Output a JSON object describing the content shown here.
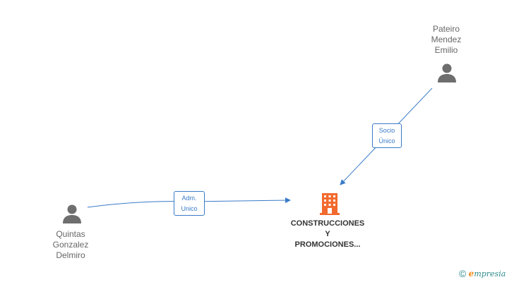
{
  "diagram": {
    "nodes": [
      {
        "id": "pateiro",
        "type": "person",
        "label_lines": [
          "Pateiro",
          "Mendez",
          "Emilio"
        ]
      },
      {
        "id": "quintas",
        "type": "person",
        "label_lines": [
          "Quintas",
          "Gonzalez",
          "Delmiro"
        ]
      },
      {
        "id": "company",
        "type": "company",
        "label_lines": [
          "CONSTRUCCIONES",
          "Y",
          "PROMOCIONES..."
        ]
      }
    ],
    "edges": [
      {
        "from": "pateiro",
        "to": "company",
        "label_lines": [
          "Socio",
          "Único"
        ]
      },
      {
        "from": "quintas",
        "to": "company",
        "label_lines": [
          "Adm.",
          "Unico"
        ]
      }
    ],
    "colors": {
      "edge": "#3a7bc8",
      "person_icon": "#6e6e6e",
      "company_icon": "#f26a2e",
      "brand_accent": "#f08a1c"
    }
  },
  "footer": {
    "copyright_symbol": "©",
    "brand_initial": "e",
    "brand_rest": "mpresia"
  }
}
